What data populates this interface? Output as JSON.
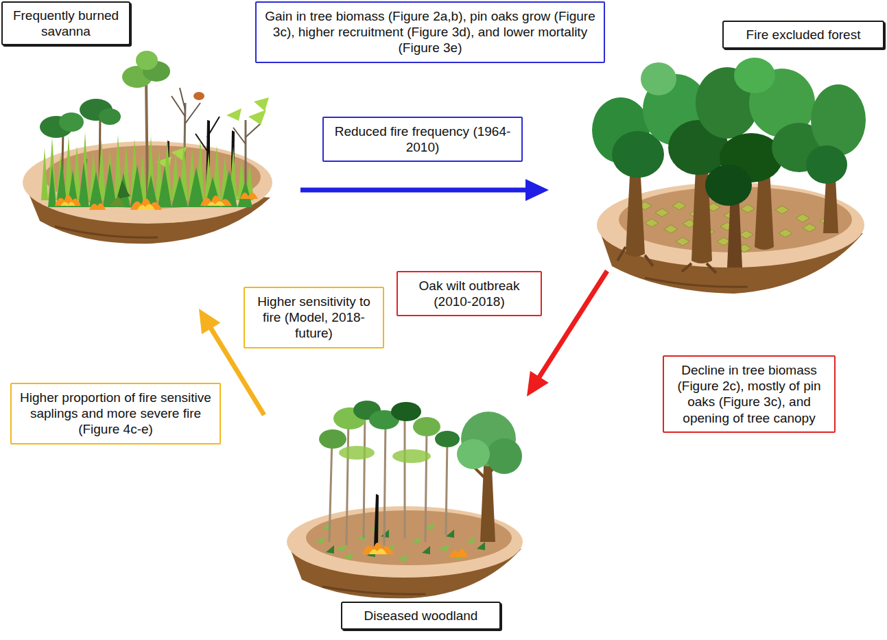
{
  "diagram": {
    "nodes": [
      {
        "text": [
          "Frequently burned savanna"
        ]
      },
      {
        "text": [
          "Gain in tree biomass (Figure 2a,b), pin oaks grow (Figure 3c), higher recruitment (Figure 3d), and lower mortality (Figure 3e)"
        ]
      },
      {
        "text": [
          "Fire excluded forest"
        ]
      },
      {
        "text": [
          "Reduced fire frequency (1964-2010)"
        ]
      },
      {
        "text": [
          "Oak wilt outbreak (2010-2018)"
        ]
      },
      {
        "text": [
          "Higher sensitivity to fire (Model, 2018-future)"
        ]
      },
      {
        "text": [
          "Decline in tree biomass (Figure 2c), mostly of pin oaks (Figure 3c), and opening of tree canopy"
        ]
      },
      {
        "text": [
          "Higher proportion of fire sensitive saplings and more severe fire (Figure 4c-e)"
        ]
      },
      {
        "text": [
          "Diseased woodland"
        ]
      }
    ],
    "edges": [
      {
        "from": 0,
        "to": 2,
        "arrow": "to"
      },
      {
        "from": 2,
        "to": 8,
        "arrow": "to"
      },
      {
        "from": 8,
        "to": 0,
        "arrow": "to"
      }
    ]
  }
}
